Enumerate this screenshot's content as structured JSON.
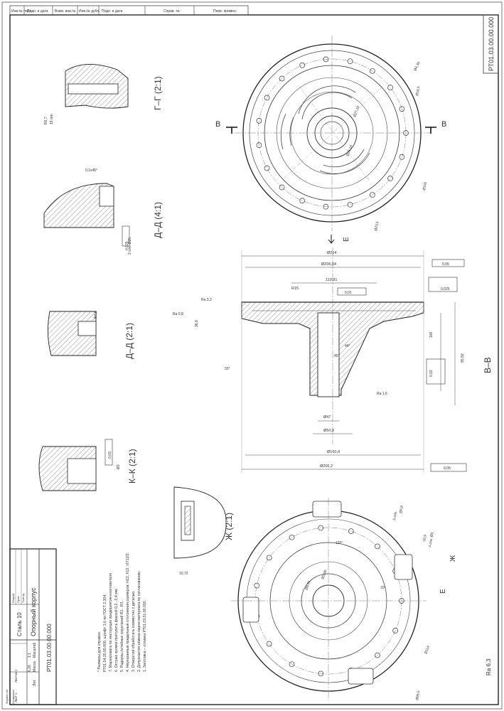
{
  "sheet": {
    "code_rotated": "РТ01.03.00.00.000",
    "header_cells": [
      "Инв.№ подл.",
      "Подп. и дата",
      "Взам. инв.№",
      "Инв.№ дубл.",
      "Подп. и дата",
      "Справ. №",
      "Перв. примен."
    ],
    "roughness_general": "Ra 6,3"
  },
  "views": {
    "top_view_label": "В",
    "section_vv_title": "В–В",
    "bottom_view_label": "Ж",
    "e_marker": "Е"
  },
  "details": [
    {
      "title": "Г–Г (2:1)",
      "dims": [
        "R6,7",
        "19 отв."
      ]
    },
    {
      "title": "Д–Д (4:1)",
      "dims": [
        "0,1х45°",
        "2 отв. Ø25",
        "0,025"
      ]
    },
    {
      "title": "Д–Д (2:1)",
      "dims": [
        "R4,8"
      ]
    },
    {
      "title": "К–К (2:1)",
      "dims": [
        "0,03",
        "Ø3"
      ]
    },
    {
      "title": "Ж (2:1)",
      "dims": [
        "10,72"
      ]
    }
  ],
  "dimensions": {
    "section": [
      "Ø214",
      "Ø206,04",
      "119,91",
      "Ø47",
      "Ø50,9",
      "Ø160,4",
      "Ø206,2",
      "R15",
      "Ra 3,2",
      "Ra 0,8",
      "Ra 1,6",
      "95,50",
      "36,8",
      "166",
      "0,01",
      "0,02",
      "0,05",
      "0,025",
      "33°",
      "44°",
      "45°"
    ],
    "top": [
      "Ø4,36",
      "Ø16,5",
      "Ø192",
      "Ø23,5",
      "Ø25,14",
      "Ø27,10"
    ],
    "bottom": [
      "Ø4,8",
      "5 отв.",
      "16,9",
      "4 отв. Ø3",
      "120°",
      "10°",
      "Ø5,90",
      "Ø8,81",
      "Ø114",
      "Ø86,5"
    ]
  },
  "notes": [
    "1. Заготовка – отливка РТ01.03.01.00.000.",
    "2. Допускается замена марки материала по согласованию.",
    "3. Отверстия обработать совместно с деталью.",
    "4. Неуказанные предельные отклонения размеров: H12, h12, ±IT12/2.",
    "5. Радиусы литейных скруглений R1...R3.",
    "6. Острые кромки притупить фаской 0,2...0,4 мм.",
    "7. Маркировать по инструкции предприятия-изготовителя",
    "   РТ01.04.20.00.000, шрифт 3,6 по ГОСТ 2.304.",
    "* Размеры для справок."
  ],
  "title_block": {
    "designation": "РТ01.03.00.00.000",
    "part_name": "Опорный корпус",
    "material": "Сталь 10",
    "mass": "6,26",
    "scale": "1:1",
    "sheet": "Лист 1",
    "sheets": "Листов 1",
    "roles": [
      "Разраб.",
      "Пров.",
      "Т.контр.",
      "Н.контр.",
      "Утв."
    ],
    "columns": [
      "Лит.",
      "Масса",
      "Масштаб"
    ],
    "copied": "Копировал",
    "format": "Формат A3"
  }
}
